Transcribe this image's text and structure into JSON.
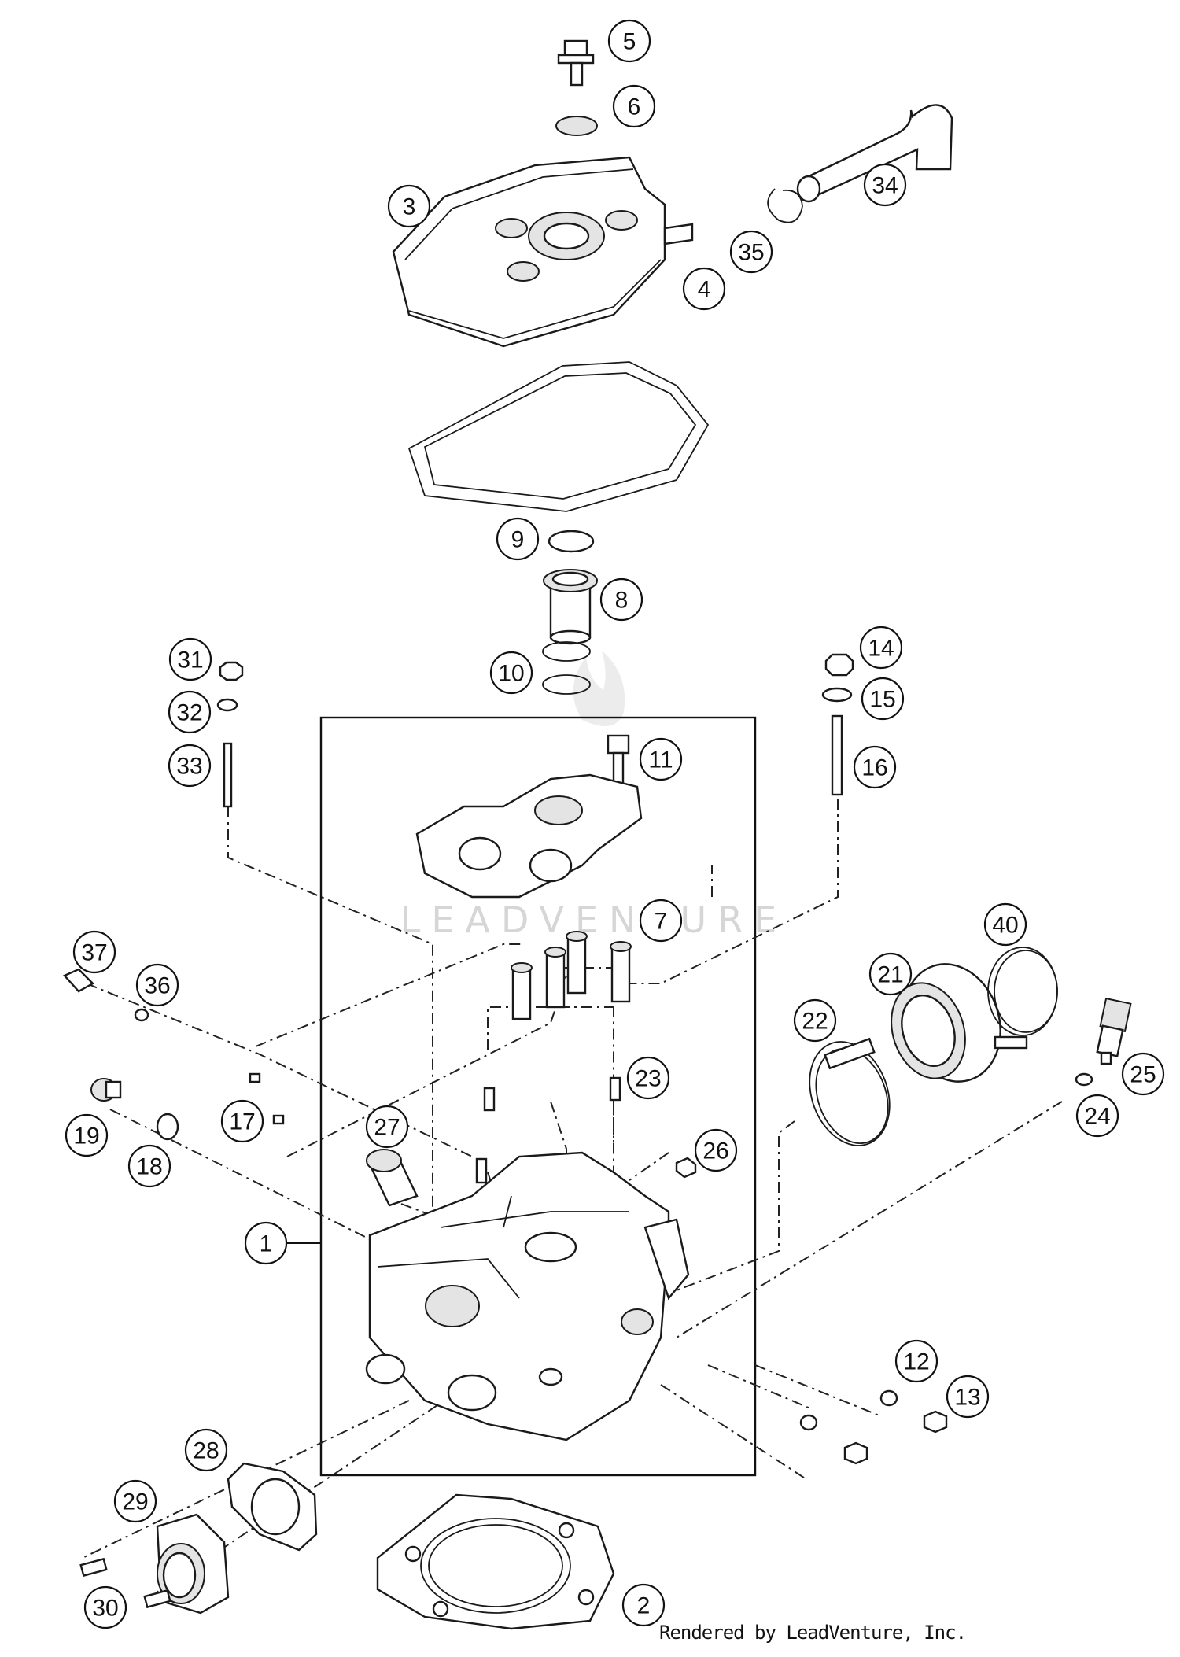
{
  "watermark": "LEADVENTURE",
  "credit": "Rendered by LeadVenture, Inc.",
  "callouts": [
    {
      "num": "1",
      "name": "cylinder-head"
    },
    {
      "num": "2",
      "name": "head-gasket"
    },
    {
      "num": "3",
      "name": "valve-cover"
    },
    {
      "num": "4",
      "name": "valve-cover-gasket"
    },
    {
      "num": "5",
      "name": "cover-bolt"
    },
    {
      "num": "6",
      "name": "bolt-grommet"
    },
    {
      "num": "7",
      "name": "camshaft-bearing-bridge"
    },
    {
      "num": "8",
      "name": "spark-plug-tube"
    },
    {
      "num": "9",
      "name": "tube-seal"
    },
    {
      "num": "10",
      "name": "tube-o-rings"
    },
    {
      "num": "11",
      "name": "bridge-bolt"
    },
    {
      "num": "12",
      "name": "sealing-washer-12"
    },
    {
      "num": "13",
      "name": "plug-screw-13"
    },
    {
      "num": "14",
      "name": "nut-14"
    },
    {
      "num": "15",
      "name": "washer-15"
    },
    {
      "num": "16",
      "name": "stud-16"
    },
    {
      "num": "17",
      "name": "oil-jet"
    },
    {
      "num": "18",
      "name": "sealing-ring-18"
    },
    {
      "num": "19",
      "name": "plug-19"
    },
    {
      "num": "21",
      "name": "intake-flange"
    },
    {
      "num": "22",
      "name": "hose-clamp"
    },
    {
      "num": "23",
      "name": "dowel-pin"
    },
    {
      "num": "24",
      "name": "sealing-ring-24"
    },
    {
      "num": "25",
      "name": "temperature-sensor"
    },
    {
      "num": "26",
      "name": "plug-26"
    },
    {
      "num": "27",
      "name": "spark-plug-sleeve"
    },
    {
      "num": "28",
      "name": "exhaust-gasket"
    },
    {
      "num": "29",
      "name": "exhaust-flange"
    },
    {
      "num": "30",
      "name": "flange-screw"
    },
    {
      "num": "31",
      "name": "nut-31"
    },
    {
      "num": "32",
      "name": "washer-32"
    },
    {
      "num": "33",
      "name": "stud-33"
    },
    {
      "num": "34",
      "name": "breather-hose"
    },
    {
      "num": "35",
      "name": "hose-clip"
    },
    {
      "num": "36",
      "name": "sealing-ring-36"
    },
    {
      "num": "37",
      "name": "bleed-screw"
    },
    {
      "num": "40",
      "name": "flange-clamp"
    }
  ]
}
